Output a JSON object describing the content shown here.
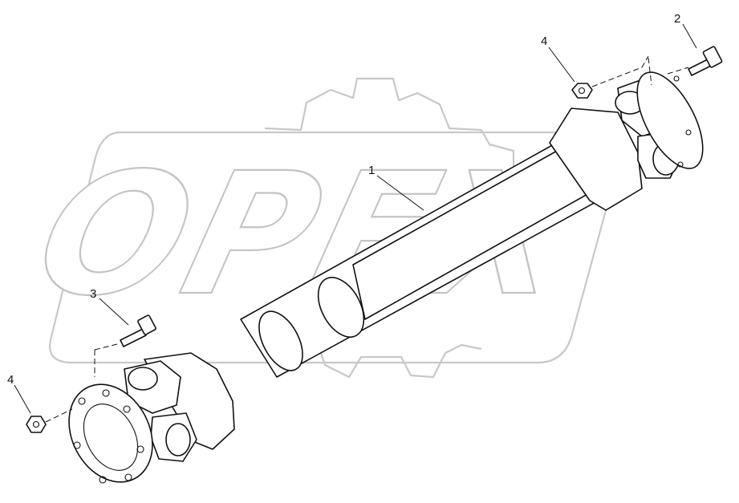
{
  "watermark": {
    "text": "OPEX"
  },
  "callouts": [
    {
      "id": "1",
      "label": "1"
    },
    {
      "id": "2",
      "label": "2"
    },
    {
      "id": "3",
      "label": "3"
    },
    {
      "id": "4a",
      "label": "4"
    },
    {
      "id": "4b",
      "label": "4"
    }
  ],
  "parts": [
    {
      "ref": "1",
      "name": "drive-shaft"
    },
    {
      "ref": "2",
      "name": "bolt"
    },
    {
      "ref": "3",
      "name": "bolt"
    },
    {
      "ref": "4",
      "name": "nut"
    }
  ]
}
